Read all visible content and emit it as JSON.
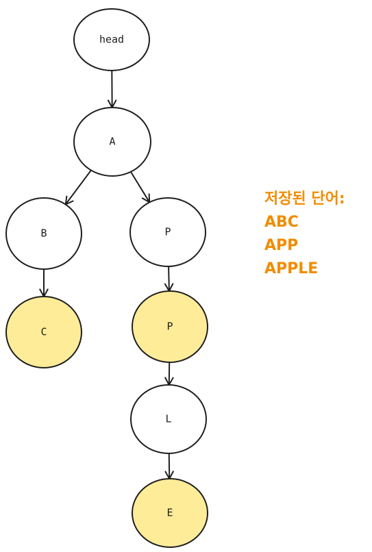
{
  "diagram": {
    "nodes": [
      {
        "id": "head",
        "label": "head",
        "highlighted": false
      },
      {
        "id": "A",
        "label": "A",
        "highlighted": false
      },
      {
        "id": "B",
        "label": "B",
        "highlighted": false
      },
      {
        "id": "P1",
        "label": "P",
        "highlighted": false
      },
      {
        "id": "C",
        "label": "C",
        "highlighted": true
      },
      {
        "id": "P2",
        "label": "P",
        "highlighted": true
      },
      {
        "id": "L",
        "label": "L",
        "highlighted": false
      },
      {
        "id": "E",
        "label": "E",
        "highlighted": true
      }
    ],
    "edges": [
      {
        "from": "head",
        "to": "A"
      },
      {
        "from": "A",
        "to": "B"
      },
      {
        "from": "A",
        "to": "P1"
      },
      {
        "from": "B",
        "to": "C"
      },
      {
        "from": "P1",
        "to": "P2"
      },
      {
        "from": "P2",
        "to": "L"
      },
      {
        "from": "L",
        "to": "E"
      }
    ],
    "colors": {
      "highlight_fill": "#ffec99",
      "normal_fill": "#ffffff",
      "stroke": "#1e1e1e",
      "legend_text": "#f08c00"
    }
  },
  "legend": {
    "title": "저장된 단어:",
    "words": [
      "ABC",
      "APP",
      "APPLE"
    ]
  }
}
